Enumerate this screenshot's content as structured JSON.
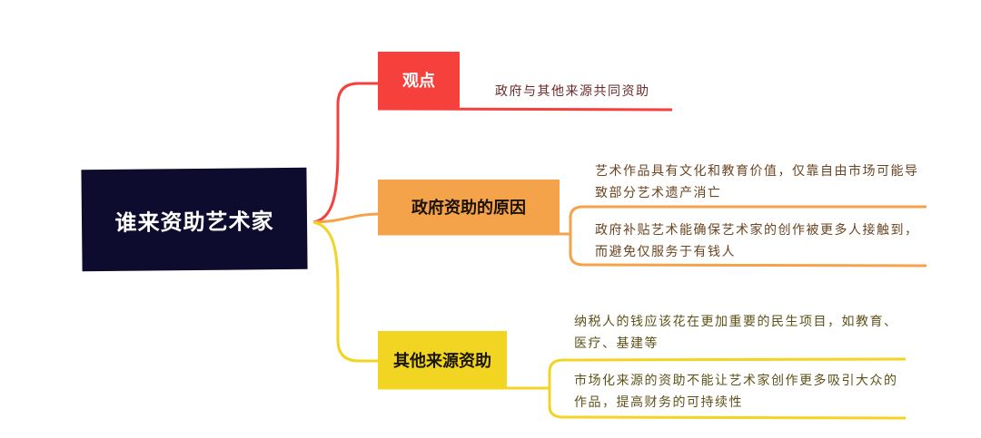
{
  "root": {
    "title": "谁来资助艺术家"
  },
  "branches": [
    {
      "label": "观点",
      "color": "#f6403c",
      "leaves": [
        "政府与其他来源共同资助"
      ]
    },
    {
      "label": "政府资助的原因",
      "color": "#f5a34a",
      "leaves": [
        "艺术作品具有文化和教育价值，仅靠自由市场可能导致部分艺术遗产消亡",
        "政府补贴艺术能确保艺术家的创作被更多人接触到，而避免仅服务于有钱人"
      ]
    },
    {
      "label": "其他来源资助",
      "color": "#f2d422",
      "leaves": [
        "纳税人的钱应该花在更加重要的民生项目，如教育、医疗、基建等",
        "市场化来源的资助不能让艺术家创作更多吸引大众的作品，提高财务的可持续性"
      ]
    }
  ]
}
